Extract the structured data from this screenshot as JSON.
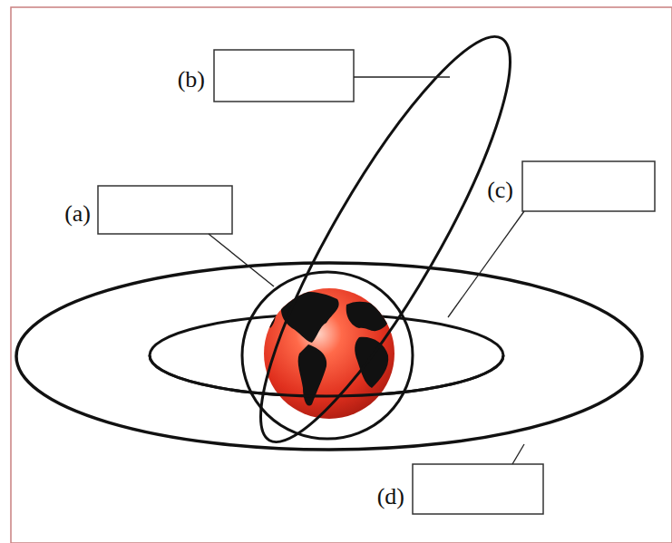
{
  "diagram": {
    "labels": [
      "(b)",
      "(a)",
      "(c)",
      "(d)"
    ]
  }
}
